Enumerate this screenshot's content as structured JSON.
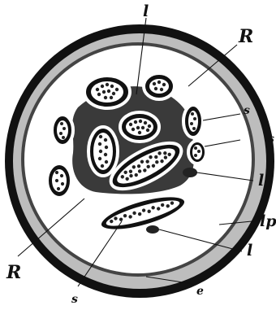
{
  "figure": {
    "labels": {
      "l_top": "l",
      "R_top": "R",
      "s_upper": "s",
      "s_right": "s",
      "l_right_mid": "l",
      "lp": "lp",
      "l_right_low": "l",
      "R_left": "R",
      "s_bottom": "s",
      "e": "e"
    },
    "colors": {
      "ink": "#111111",
      "background": "#ffffff",
      "membrane": "#bdbdbd",
      "bundle_fill": "#3a3a3a",
      "nucleus": "#ffffff"
    }
  }
}
